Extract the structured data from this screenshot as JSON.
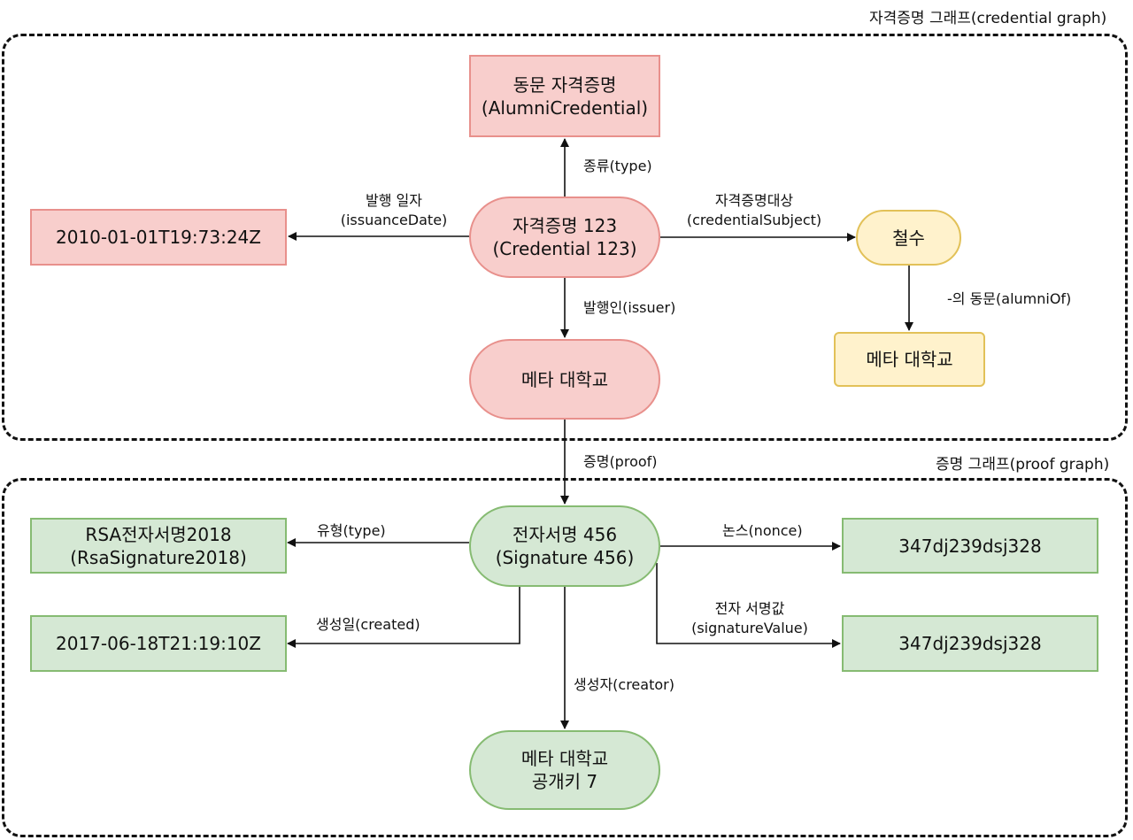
{
  "groups": {
    "credential": "자격증명 그래프(credential graph)",
    "proof": "증명 그래프(proof graph)"
  },
  "nodes": {
    "alumni_credential": {
      "line1": "동문 자격증명",
      "line2": "(AlumniCredential)"
    },
    "issuance_date": {
      "line1": "2010-01-01T19:73:24Z"
    },
    "credential_123": {
      "line1": "자격증명 123",
      "line2": "(Credential 123)"
    },
    "cheolsu": {
      "line1": "철수"
    },
    "issuer_univ": {
      "line1": "메타 대학교"
    },
    "alumni_univ": {
      "line1": "메타 대학교"
    },
    "rsa_signature": {
      "line1": "RSA전자서명2018",
      "line2": "(RsaSignature2018)"
    },
    "signature_456": {
      "line1": "전자서명 456",
      "line2": "(Signature 456)"
    },
    "nonce_value": {
      "line1": "347dj239dsj328"
    },
    "created_date": {
      "line1": "2017-06-18T21:19:10Z"
    },
    "signature_value": {
      "line1": "347dj239dsj328"
    },
    "public_key": {
      "line1": "메타 대학교",
      "line2": "공개키 7"
    }
  },
  "edges": {
    "type": "종류(type)",
    "issuance_date": {
      "line1": "발행 일자",
      "line2": "(issuanceDate)"
    },
    "credential_subject": {
      "line1": "자격증명대상",
      "line2": "(credentialSubject)"
    },
    "issuer": "발행인(issuer)",
    "alumni_of": "-의 동문(alumniOf)",
    "proof": "증명(proof)",
    "sig_type": "유형(type)",
    "nonce": "논스(nonce)",
    "created": "생성일(created)",
    "signature_value": {
      "line1": "전자 서명값",
      "line2": "(signatureValue)"
    },
    "creator": "생성자(creator)"
  },
  "colors": {
    "red_fill": "#f8cecc",
    "red_stroke": "#e8908c",
    "yellow_fill": "#fff2cc",
    "yellow_stroke": "#e2c158",
    "green_fill": "#d5e8d4",
    "green_stroke": "#86bb72"
  }
}
